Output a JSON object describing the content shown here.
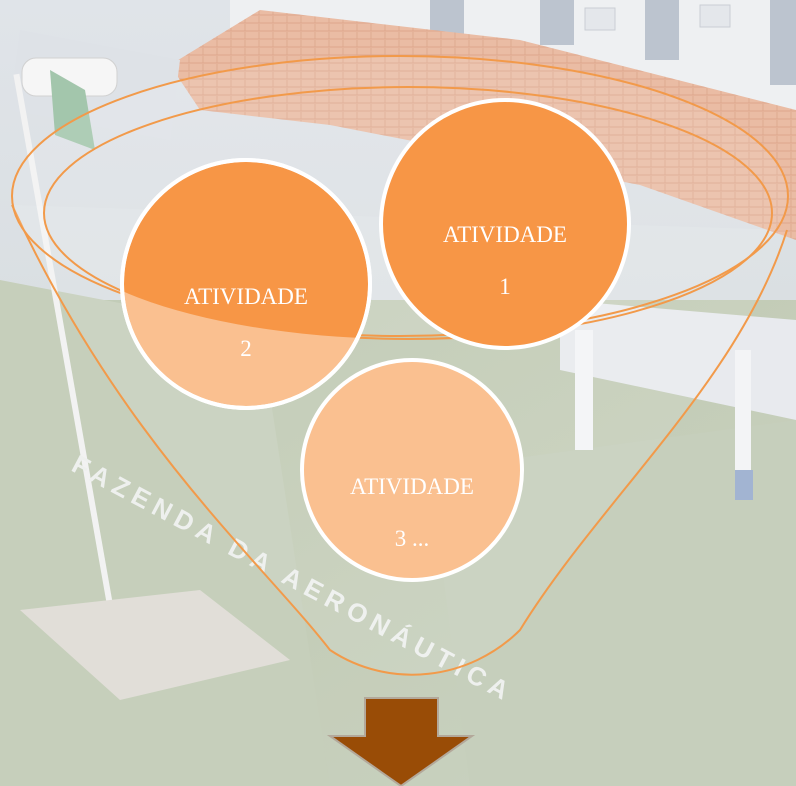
{
  "colors": {
    "funnel_stroke": "#f29a4a",
    "circle_strong": "#f79646",
    "circle_light": "#fac090",
    "arrow": "#994c06",
    "label_text": "#ffffff"
  },
  "photo": {
    "lettering": "FAZENDA DA AERONÁUTICA"
  },
  "funnel": {
    "activities": [
      {
        "line1": "ATIVIDADE",
        "line2": "1"
      },
      {
        "line1": "ATIVIDADE",
        "line2": "2"
      },
      {
        "line1": "ATIVIDADE",
        "line2": "3 ..."
      }
    ]
  },
  "arrow": {
    "icon": "arrow-down-icon"
  }
}
